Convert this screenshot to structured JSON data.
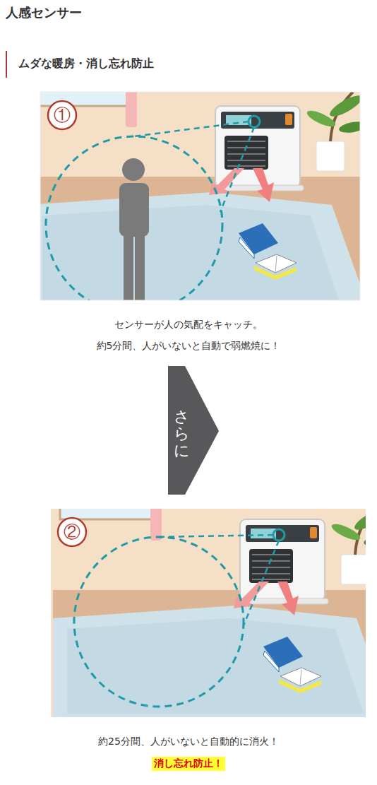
{
  "diagram": {
    "title": "人感センサー",
    "nodes": [
      {
        "text": [
          "さらに"
        ]
      },
      {
        "text": [
          "消し忘れ防止！"
        ]
      }
    ],
    "edges": [],
    "labels": [
      "ムダな暖房・消し忘れ防止",
      "①",
      "センサーが人の気配をキャッチ。",
      "約5分間、人がいないと自動で弱燃焼に！",
      "②",
      "約25分間、人がいないと自動的に消火！"
    ]
  }
}
